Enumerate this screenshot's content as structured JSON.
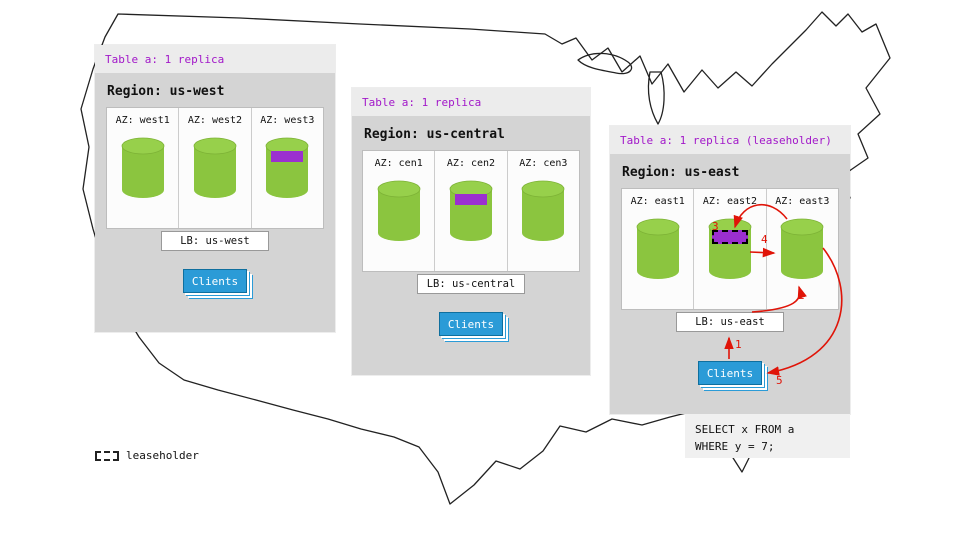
{
  "colors": {
    "panel": "#d4d4d4",
    "panel_header": "#ececec",
    "accent_purple": "#a218c9",
    "replica_purple": "#9b2fd0",
    "cylinder_green": "#8bc53f",
    "cylinder_top": "#97d04b",
    "clients_blue": "#2b9bd7",
    "clients_border": "#0f6f9e",
    "arrow_red": "#e01408",
    "map_line": "#222222",
    "box_border": "#999999"
  },
  "regions": [
    {
      "table_label": "Table a: 1 replica",
      "region_label": "Region: us-west",
      "azs": [
        {
          "label": "AZ: west1",
          "replica": false,
          "leaseholder": false
        },
        {
          "label": "AZ: west2",
          "replica": false,
          "leaseholder": false
        },
        {
          "label": "AZ: west3",
          "replica": true,
          "leaseholder": false
        }
      ],
      "lb_label": "LB: us-west",
      "clients_label": "Clients"
    },
    {
      "table_label": "Table a: 1 replica",
      "region_label": "Region: us-central",
      "azs": [
        {
          "label": "AZ: cen1",
          "replica": false,
          "leaseholder": false
        },
        {
          "label": "AZ: cen2",
          "replica": true,
          "leaseholder": false
        },
        {
          "label": "AZ: cen3",
          "replica": false,
          "leaseholder": false
        }
      ],
      "lb_label": "LB: us-central",
      "clients_label": "Clients"
    },
    {
      "table_label": "Table a: 1 replica (leaseholder)",
      "region_label": "Region: us-east",
      "azs": [
        {
          "label": "AZ: east1",
          "replica": false,
          "leaseholder": false
        },
        {
          "label": "AZ: east2",
          "replica": true,
          "leaseholder": true
        },
        {
          "label": "AZ: east3",
          "replica": false,
          "leaseholder": false
        }
      ],
      "lb_label": "LB: us-east",
      "clients_label": "Clients"
    }
  ],
  "arrow_labels": [
    "1",
    "2",
    "3",
    "4",
    "5"
  ],
  "sql_query": {
    "line1": "SELECT x FROM a",
    "line2": "WHERE y = 7;"
  },
  "legend": {
    "label": "leaseholder"
  }
}
